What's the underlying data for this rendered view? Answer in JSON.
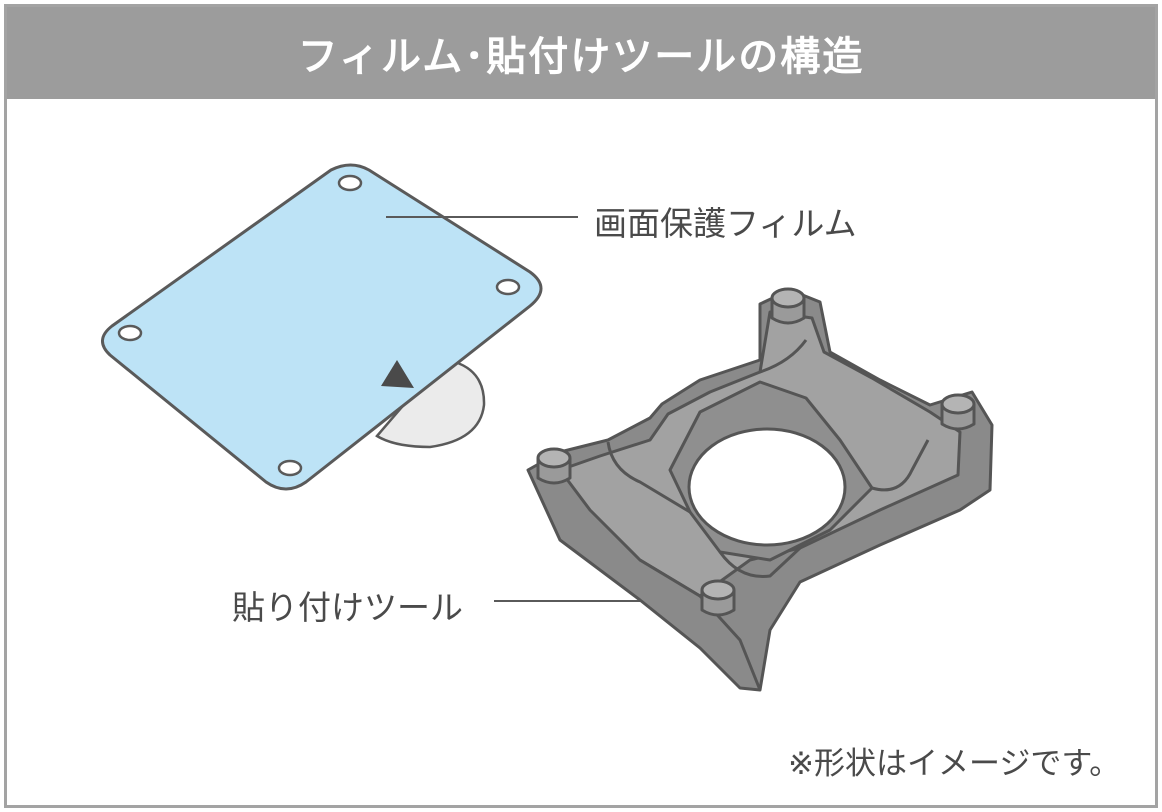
{
  "header": {
    "title": "フィルム･貼付けツールの構造"
  },
  "labels": {
    "film": "画面保護フィルム",
    "tool": "貼り付けツール"
  },
  "note": "※形状はイメージです。",
  "colors": {
    "header_bg": "#9c9c9c",
    "film_fill": "#bde3f6",
    "tool_fill": "#8a8a8a",
    "outline": "#5a5a5a"
  }
}
